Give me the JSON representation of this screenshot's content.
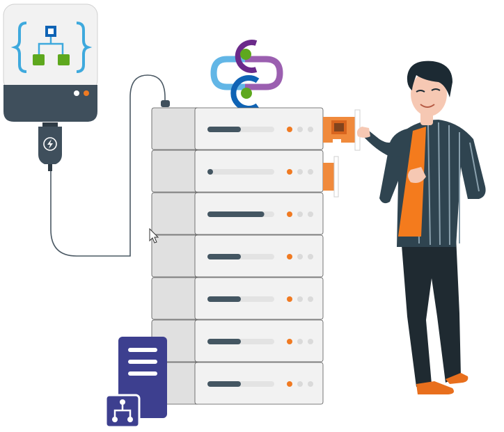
{
  "illustration": {
    "icons": [
      "logic-app-icon",
      "integration-account-icon",
      "api-doc-icon",
      "hierarchy-icon",
      "power-bolt-icon",
      "cursor-icon"
    ],
    "server_rack": {
      "units": [
        {
          "progress": 0.5,
          "status": [
            "orange",
            "gray",
            "gray"
          ]
        },
        {
          "progress": 0.05,
          "status": [
            "orange",
            "gray",
            "gray"
          ]
        },
        {
          "progress": 0.85,
          "status": [
            "orange",
            "gray",
            "gray"
          ]
        },
        {
          "progress": 0.5,
          "status": [
            "orange",
            "gray",
            "gray"
          ]
        },
        {
          "progress": 0.5,
          "status": [
            "orange",
            "gray",
            "gray"
          ]
        },
        {
          "progress": 0.5,
          "status": [
            "orange",
            "gray",
            "gray"
          ]
        },
        {
          "progress": 0.5,
          "status": [
            "orange",
            "gray",
            "gray"
          ]
        }
      ]
    },
    "device_leds": [
      "white",
      "orange"
    ]
  },
  "colors": {
    "device_top": "#f2f2f2",
    "device_bottom": "#3f4f5c",
    "rack_body": "#f2f2f2",
    "rack_side": "#e0e0e0",
    "bar_fill": "#445662",
    "bar_track": "#e3e3e3",
    "status_orange": "#f07a22",
    "status_gray": "#dadada",
    "card_orange": "#f08a3c",
    "doc_purple": "#3d3f8f",
    "logic_blue": "#3ea9dd",
    "logic_green": "#5ea81e",
    "node_blue": "#0f63b5",
    "ring_purple": "#6b2a8a",
    "ring_light_purple": "#9b5fb0",
    "ring_light_blue": "#62b6e6",
    "shirt_dark": "#2f4450",
    "tshirt_orange": "#f47b1d",
    "pants": "#1f2a31",
    "skin": "#f6c8b3",
    "hair": "#1c2a33",
    "shoes": "#e86f1d"
  }
}
